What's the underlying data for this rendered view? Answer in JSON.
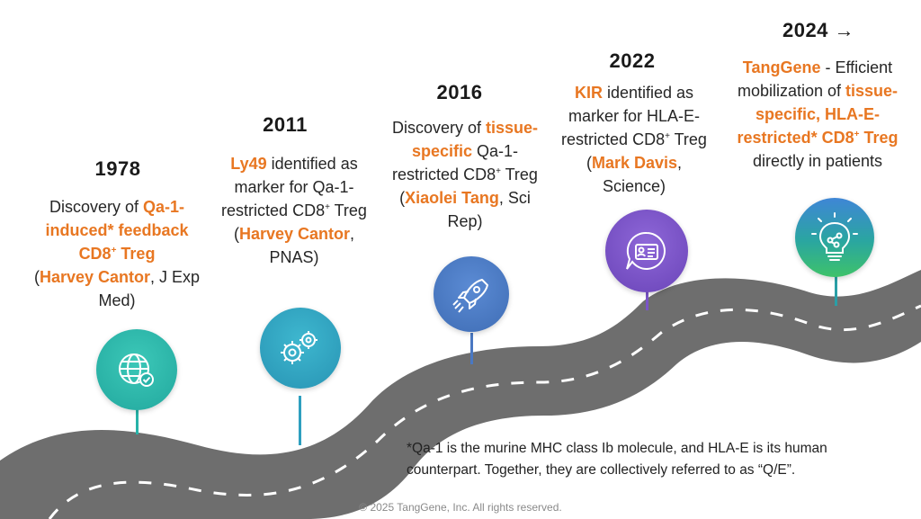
{
  "milestones": [
    {
      "year": "1978",
      "parts": [
        "Discovery of ",
        "Qa-1-induced* feedback CD8",
        "+",
        " Treg",
        " (",
        "Harvey Cantor",
        ", J Exp Med)"
      ],
      "icon": "globe-check-icon",
      "color": "#27b3a8"
    },
    {
      "year": "2011",
      "parts": [
        "Ly49",
        " identified as marker for Qa-1-restricted CD8",
        "+",
        " Treg (",
        "Harvey Cantor",
        ", PNAS)"
      ],
      "icon": "gears-icon",
      "color": "#2e9fbf"
    },
    {
      "year": "2016",
      "parts": [
        "Discovery of ",
        "tissue-specific",
        " Qa-1-restricted CD8",
        "+",
        " Treg (",
        "Xiaolei Tang",
        ", Sci Rep)"
      ],
      "icon": "rocket-icon",
      "color": "#4a78c2"
    },
    {
      "year": "2022",
      "parts": [
        "KIR",
        " identified as marker for HLA-E-restricted CD8",
        "+",
        " Treg (",
        "Mark Davis",
        ", Science)"
      ],
      "icon": "id-card-chat-icon",
      "color": "#7a55c8"
    },
    {
      "year": "2024 →",
      "parts": [
        "TangGene",
        " - Efficient mobilization of ",
        "tissue-specific, HLA-E-restricted* CD8",
        "+",
        " Treg",
        " directly in patients"
      ],
      "icon": "lightbulb-icon",
      "color": "#2a9fa6"
    }
  ],
  "footnote": "*Qa-1 is the murine MHC class Ib molecule, and HLA-E is its human counterpart. Together, they are collectively referred to as “Q/E”.",
  "copyright": "© 2025 TangGene, Inc. All rights reserved.",
  "colors": {
    "highlight": "#e87722",
    "road": "#6d6d6d",
    "stem": "#2fa9a5"
  }
}
